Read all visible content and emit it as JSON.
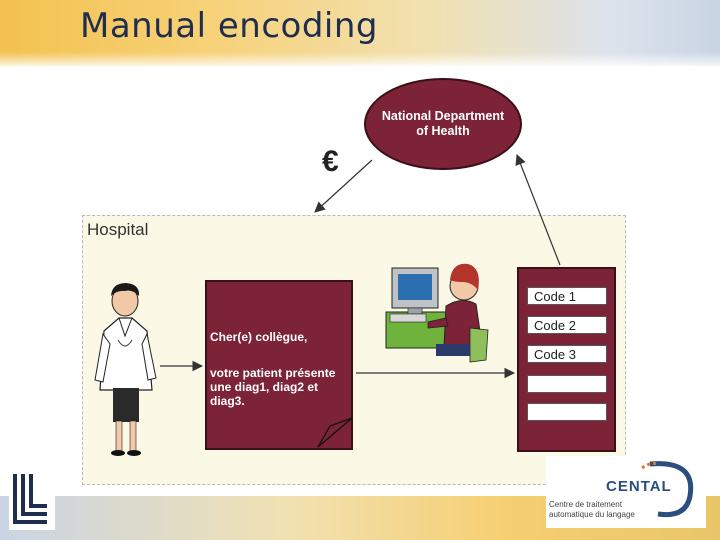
{
  "title": "Manual encoding",
  "hospital": {
    "label": "Hospital"
  },
  "ministry": {
    "label_line1": "National Department",
    "label_line2": "of Health"
  },
  "currency_symbol": "€",
  "letter": {
    "greeting": "Cher(e) collègue,",
    "body_line1": "votre patient présente",
    "body_line2": "une diag1, diag2 et diag3."
  },
  "codes": [
    "Code 1",
    "Code 2",
    "Code 3",
    "",
    ""
  ],
  "footer": {
    "cental_name": "CENTAL",
    "cental_sub_line1": "Centre de traitement",
    "cental_sub_line2": "automatique du langage"
  },
  "colors": {
    "box": "#7c2337",
    "title": "#1f2d4f",
    "hospital_bg": "#fbf8e6"
  }
}
